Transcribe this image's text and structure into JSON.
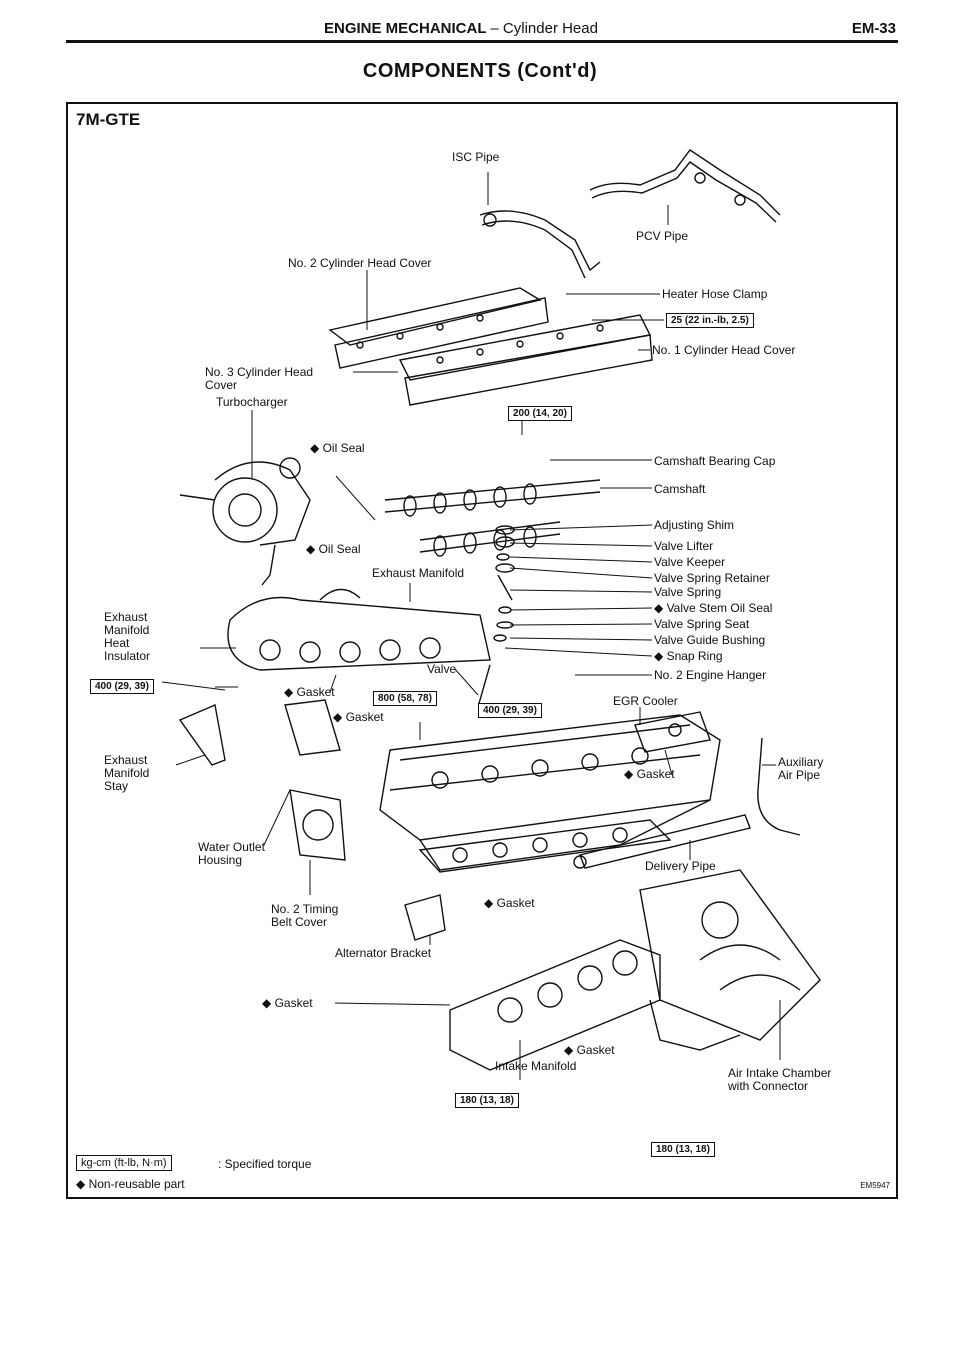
{
  "header": {
    "section": "ENGINE MECHANICAL",
    "subsection": "– Cylinder Head",
    "page": "EM-33"
  },
  "title": "COMPONENTS (Cont'd)",
  "model": "7M-GTE",
  "labels": {
    "isc_pipe": "ISC Pipe",
    "pcv_pipe": "PCV Pipe",
    "no2_head_cover": "No. 2 Cylinder Head Cover",
    "heater_hose_clamp": "Heater Hose Clamp",
    "no1_head_cover": "No. 1 Cylinder Head Cover",
    "no3_head_cover": "No. 3 Cylinder Head\nCover",
    "turbocharger": "Turbocharger",
    "oil_seal_1": "◆ Oil Seal",
    "oil_seal_2": "◆ Oil Seal",
    "camshaft_bearing_cap": "Camshaft Bearing Cap",
    "camshaft": "Camshaft",
    "adjusting_shim": "Adjusting Shim",
    "valve_lifter": "Valve Lifter",
    "valve_keeper": "Valve Keeper",
    "valve_spring_retainer": "Valve Spring Retainer",
    "valve_spring": "Valve Spring",
    "valve_stem_oil_seal": "◆ Valve Stem Oil Seal",
    "valve_spring_seat": "Valve Spring Seat",
    "valve_guide_bushing": "Valve Guide Bushing",
    "snap_ring": "◆ Snap Ring",
    "no2_engine_hanger": "No. 2 Engine Hanger",
    "exhaust_manifold": "Exhaust Manifold",
    "exh_heat_insulator": "Exhaust\nManifold\nHeat\nInsulator",
    "valve": "Valve",
    "gasket_a": "◆ Gasket",
    "gasket_b": "◆ Gasket",
    "egr_cooler": "EGR Cooler",
    "exh_manifold_stay": "Exhaust\nManifold\nStay",
    "gasket_c": "◆ Gasket",
    "auxiliary_air_pipe": "Auxiliary\nAir Pipe",
    "water_outlet_housing": "Water Outlet\nHousing",
    "delivery_pipe": "Delivery Pipe",
    "no2_timing_belt_cover": "No. 2 Timing\nBelt Cover",
    "gasket_d": "◆ Gasket",
    "alternator_bracket": "Alternator Bracket",
    "gasket_e": "◆ Gasket",
    "gasket_f": "◆ Gasket",
    "intake_manifold": "Intake Manifold",
    "air_intake_chamber": "Air Intake Chamber\nwith Connector"
  },
  "torques": {
    "t25": "25 (22 in.-lb, 2.5)",
    "t200": "200 (14, 20)",
    "t400a": "400 (29, 39)",
    "t800": "800 (58, 78)",
    "t400b": "400 (29, 39)",
    "t180a": "180 (13, 18)",
    "t180b": "180 (13, 18)"
  },
  "legend": {
    "torque_box": "kg-cm (ft-lb, N·m)",
    "torque_desc": ": Specified torque",
    "nonreusable": "◆ Non-reusable part"
  },
  "figure_code": "EM5947"
}
